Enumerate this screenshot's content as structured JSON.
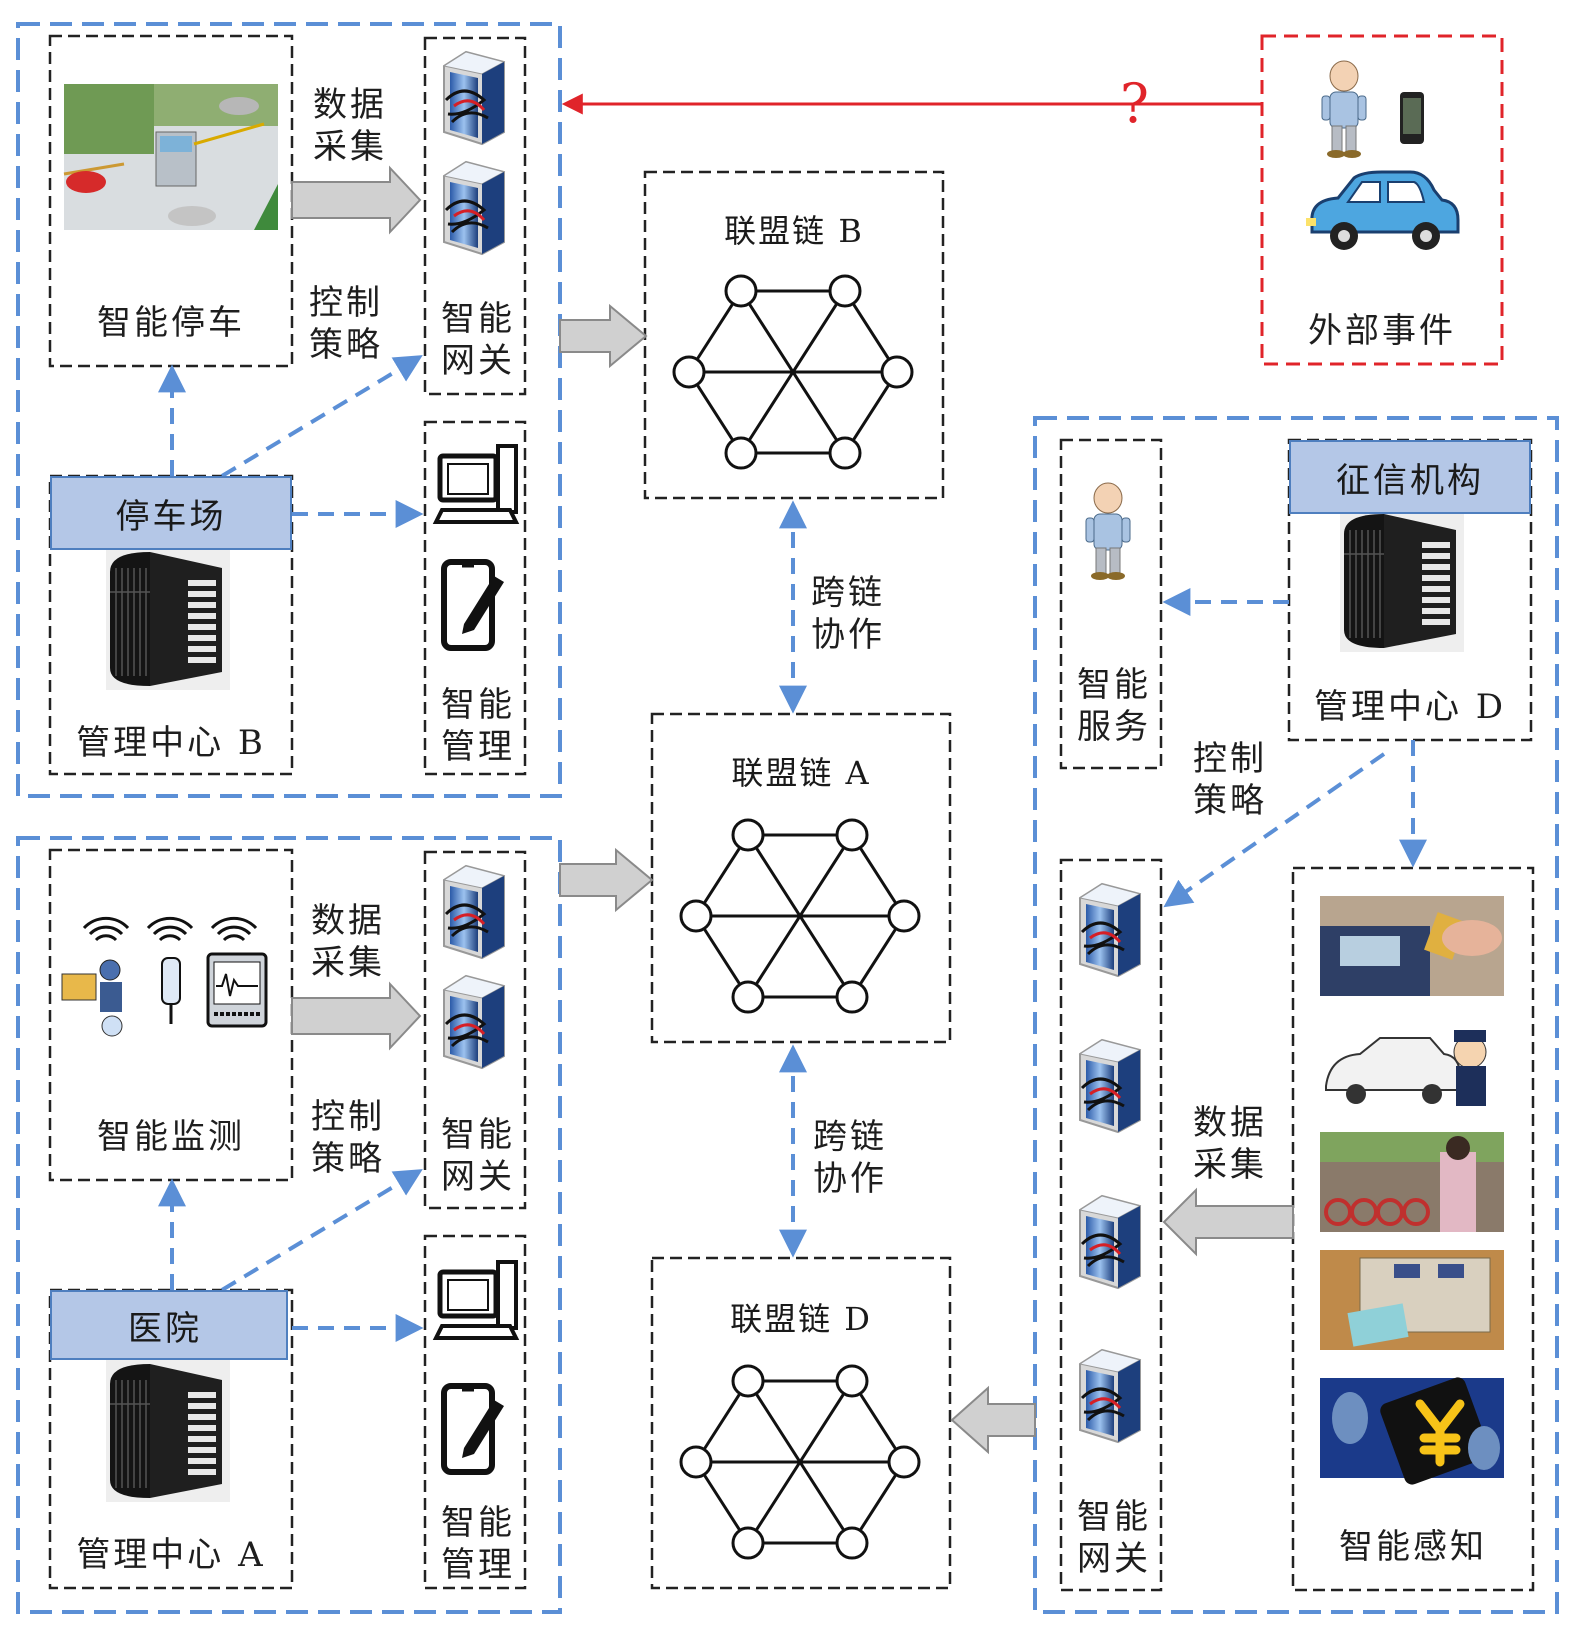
{
  "colors": {
    "blue_dashed": "#5b8fd6",
    "red_dashed": "#e0242a",
    "black_dashed": "#222222",
    "org_fill": "#b4c7e7",
    "gray_arrow": "#c8c8c8"
  },
  "group_b": {
    "parking_label": "智能停车",
    "data_collect": "数据采集",
    "control_policy": "控制策略",
    "gateway_label": "智能网关",
    "manage_label": "智能管理",
    "org": "停车场",
    "center": "管理中心 B"
  },
  "group_a": {
    "monitor_label": "智能监测",
    "data_collect": "数据采集",
    "control_policy": "控制策略",
    "gateway_label": "智能网关",
    "manage_label": "智能管理",
    "org": "医院",
    "center": "管理中心 A"
  },
  "group_d": {
    "service_label": "智能服务",
    "org": "征信机构",
    "center": "管理中心 D",
    "control_policy": "控制策略",
    "data_collect": "数据采集",
    "gateway_label": "智能网关",
    "sense_label": "智能感知"
  },
  "chains": {
    "b": "联盟链 B",
    "a": "联盟链 A",
    "d": "联盟链 D",
    "cross1": "跨链协作",
    "cross2": "跨链协作"
  },
  "external": {
    "label": "外部事件",
    "question": "?"
  },
  "icons": [
    "parking-lot-photo",
    "server-icon",
    "computer-icon",
    "tablet-pen-icon",
    "building-icon",
    "person-icon",
    "phone-icon",
    "car-icon",
    "medical-device-icon",
    "pos-payment-photo",
    "police-photo",
    "shared-bikes-photo",
    "keypad-photo",
    "mobile-pay-photo"
  ]
}
